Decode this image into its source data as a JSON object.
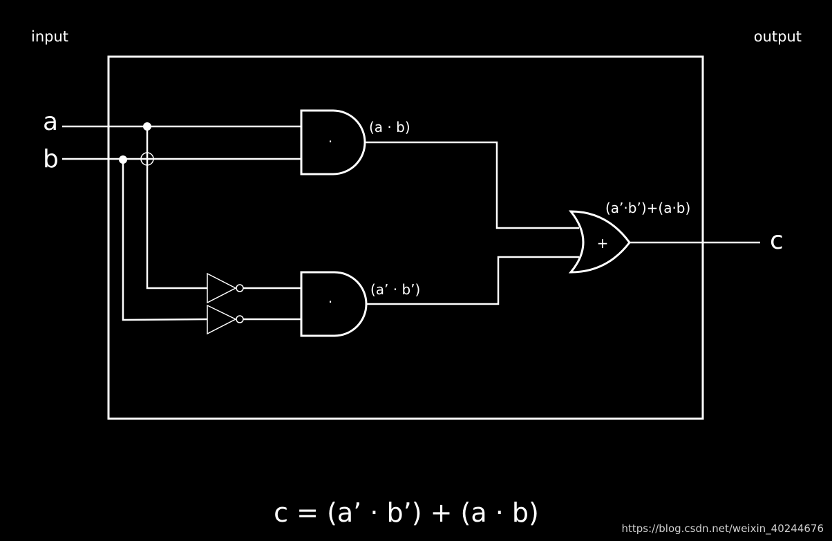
{
  "corner_labels": {
    "input": "input",
    "output": "output"
  },
  "inputs": {
    "a": "a",
    "b": "b"
  },
  "output": {
    "c": "c"
  },
  "gates": {
    "and_top_symbol": "·",
    "and_bottom_symbol": "·",
    "or_symbol": "+"
  },
  "expressions": {
    "and_top": "(a · b)",
    "and_bottom": "(a’ · b’)",
    "or_out": "(a’·b’)+(a·b)"
  },
  "equation": "c = (a’ · b’) + (a · b)",
  "watermark": "https://blog.csdn.net/weixin_40244676"
}
